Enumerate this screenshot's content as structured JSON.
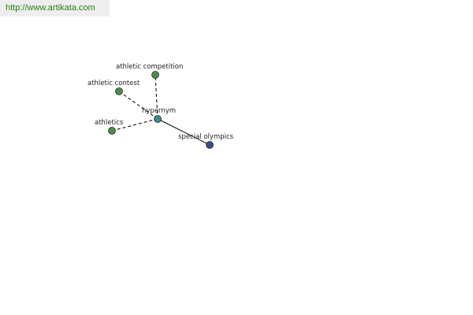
{
  "watermark": {
    "url": "http://www.artikata.com"
  },
  "graph": {
    "colors": {
      "edge": "#000000",
      "center_node": "#3d8a8f",
      "related_node": "#4e8a4e",
      "hyponym_node": "#3b4d8c",
      "node_stroke": "#1f2f1f"
    },
    "nodes": [
      {
        "id": "hypernym",
        "label": "hypernym",
        "role": "center"
      },
      {
        "id": "athletic-competition",
        "label": "athletic competition",
        "role": "related"
      },
      {
        "id": "athletic-contest",
        "label": "athletic contest",
        "role": "related"
      },
      {
        "id": "athletics",
        "label": "athletics",
        "role": "related"
      },
      {
        "id": "special-olympics",
        "label": "special olympics",
        "role": "hyponym"
      }
    ],
    "edges": [
      {
        "from": "hypernym",
        "to": "athletic-competition",
        "style": "dashed"
      },
      {
        "from": "hypernym",
        "to": "athletic-contest",
        "style": "dashed"
      },
      {
        "from": "hypernym",
        "to": "athletics",
        "style": "dashed"
      },
      {
        "from": "hypernym",
        "to": "special-olympics",
        "style": "solid"
      }
    ]
  }
}
